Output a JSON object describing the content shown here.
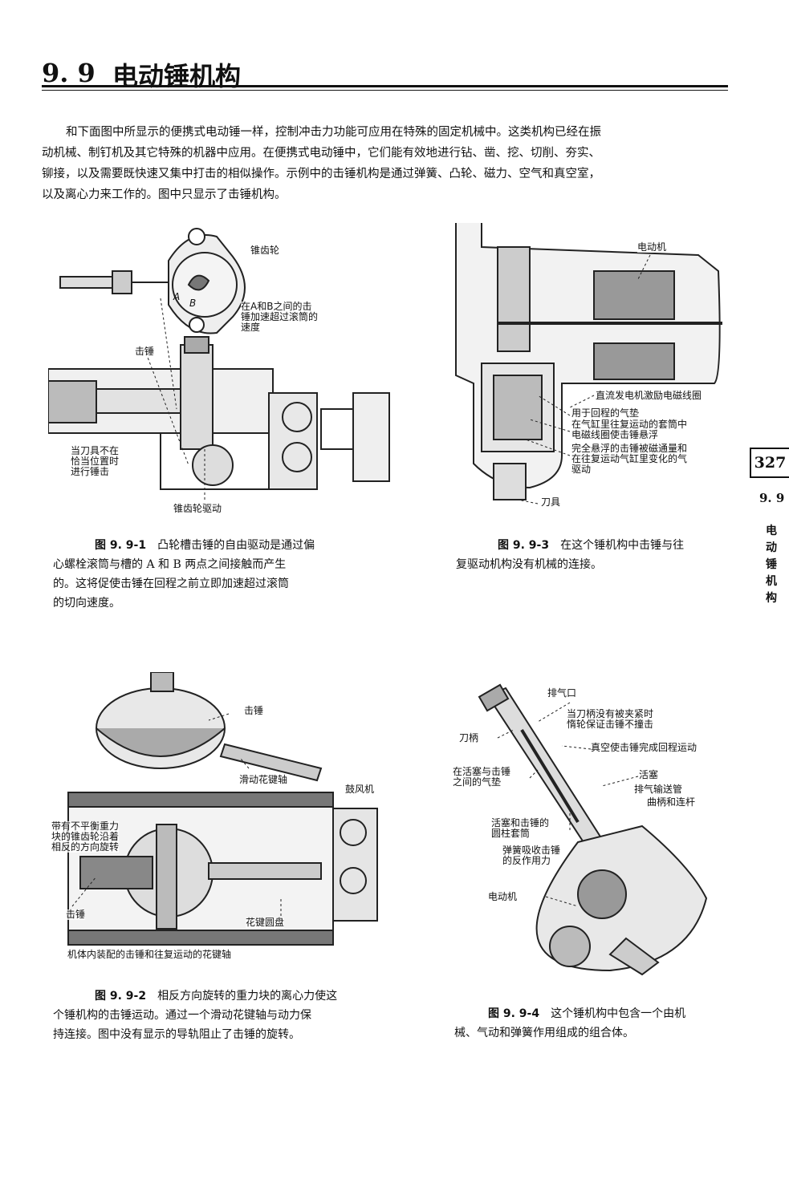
{
  "header": {
    "section_number": "9. 9",
    "section_title": "电动锤机构"
  },
  "intro_lines": [
    "和下面图中所显示的便携式电动锤一样，控制冲击力功能可应用在特殊的固定机械中。这类机构已经在振",
    "动机械、制钉机及其它特殊的机器中应用。在便携式电动锤中，它们能有效地进行钻、凿、挖、切削、夯实、",
    "铆接，以及需要既快速又集中打击的相似操作。示例中的击锤机构是通过弹簧、凸轮、磁力、空气和真空室，",
    "以及离心力来工作的。图中只显示了击锤机构。"
  ],
  "figures": {
    "fig1": {
      "labels": {
        "bevel_gear": "锥齿轮",
        "point_a": "A",
        "point_b": "B",
        "accel": "在A和B之间的击\n锤加速超过滚筒的\n速度",
        "hammer": "击锤",
        "tool_not_in_place": "当刀具不在\n恰当位置时\n进行锤击",
        "bevel_drive": "锥齿轮驱动"
      },
      "caption_label": "图 9. 9-1",
      "caption_lines": [
        "凸轮槽击锤的自由驱动是通过偏",
        "心螺栓滚筒与槽的 A 和 B 两点之间接触而产生",
        "的。这将促使击锤在回程之前立即加速超过滚筒",
        "的切向速度。"
      ]
    },
    "fig2": {
      "labels": {
        "hammer_top": "击锤",
        "sliding_spline": "滑动花键轴",
        "blower": "鼓风机",
        "weights": "带有不平衡重力\n块的锥齿轮沿着\n相反的方向旋转",
        "hammer_bottom": "击锤",
        "spline_disc": "花键圆盘",
        "body_note": "机体内装配的击锤和往复运动的花键轴"
      },
      "caption_label": "图 9. 9-2",
      "caption_lines": [
        "相反方向旋转的重力块的离心力使这",
        "个锤机构的击锤运动。通过一个滑动花键轴与动力保",
        "持连接。图中没有显示的导轨阻止了击锤的旋转。"
      ]
    },
    "fig3": {
      "labels": {
        "motor": "电动机",
        "dc_gen": "直流发电机激励电磁线圈",
        "air_cushion": "用于回程的气垫",
        "sleeve": "在气缸里往复运动的套筒中\n电磁线圈使击锤悬浮",
        "float": "完全悬浮的击锤被磁通量和\n在往复运动气缸里变化的气\n驱动",
        "tool": "刀具"
      },
      "caption_label": "图 9. 9-3",
      "caption_lines": [
        "在这个锤机构中击锤与往",
        "复驱动机构没有机械的连接。"
      ]
    },
    "fig4": {
      "labels": {
        "exhaust_port": "排气口",
        "handle_loose": "当刀柄没有被夹紧时\n惰轮保证击锤不撞击",
        "shank": "刀柄",
        "vacuum": "真空使击锤完成回程运动",
        "air_between": "在活塞与击锤\n之间的气垫",
        "piston": "活塞",
        "exhaust_pipe": "排气输送管",
        "crank": "曲柄和连杆",
        "cyl_sleeve": "活塞和击锤的\n圆柱套筒",
        "spring_absorb": "弹簧吸收击锤\n的反作用力",
        "motor": "电动机"
      },
      "caption_label": "图 9. 9-4",
      "caption_lines": [
        "这个锤机构中包含一个由机",
        "械、气动和弹簧作用组成的组合体。"
      ]
    }
  },
  "side": {
    "page_number": "327",
    "section": "9. 9",
    "vertical_title": "电动锤机构"
  }
}
